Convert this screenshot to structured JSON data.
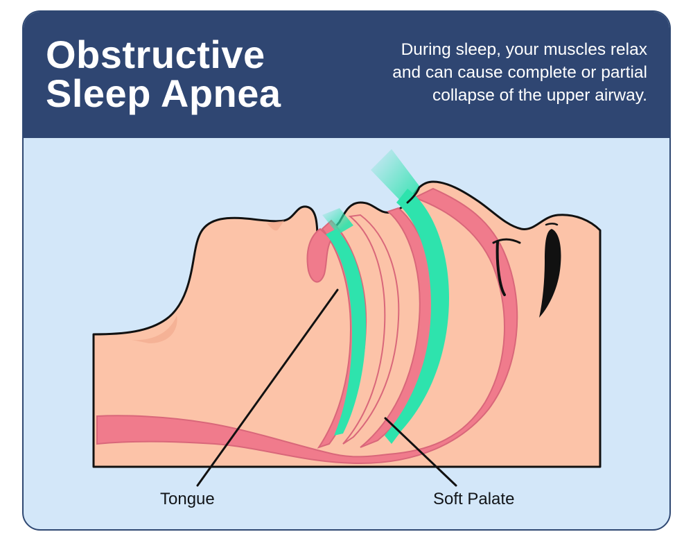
{
  "header": {
    "title_lines": [
      "Obstructive",
      "Sleep Apnea"
    ],
    "description_lines": [
      "During sleep, your muscles relax",
      "and can cause complete or partial",
      "collapse of the upper airway."
    ]
  },
  "diagram": {
    "subject": "side profile of sleeping head showing upper airway",
    "labels": {
      "tongue": "Tongue",
      "soft_palate": "Soft Palate"
    },
    "colors": {
      "header_bg": "#2f4672",
      "panel_bg": "#d3e7f9",
      "skin": "#fcc3a8",
      "tissue": "#f07b8c",
      "airflow": "#2ee3ad",
      "outline": "#111111"
    }
  }
}
